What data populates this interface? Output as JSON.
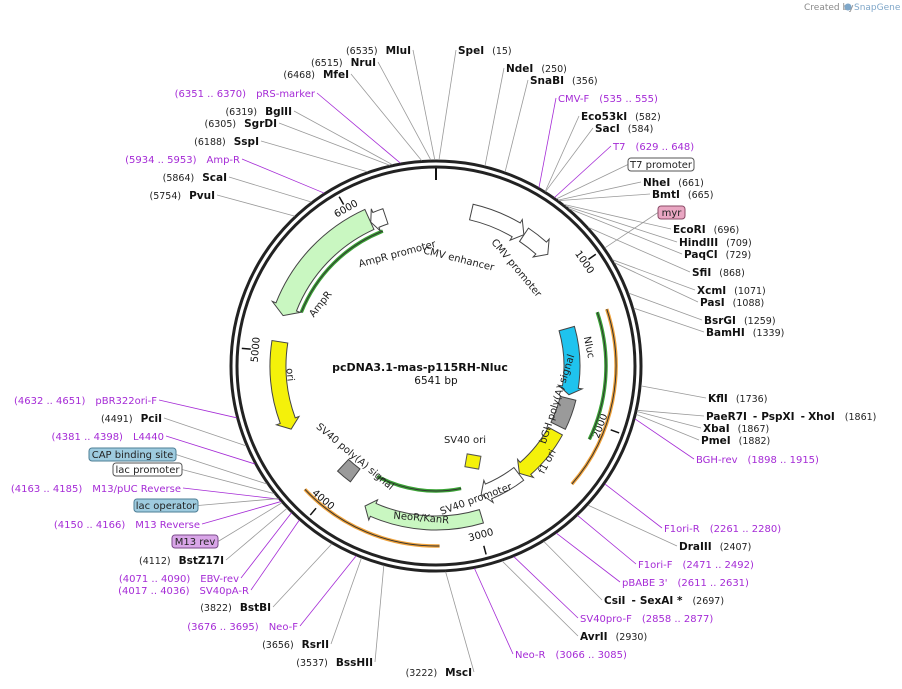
{
  "credit": {
    "created_by": "Created by",
    "brand": "SnapGene"
  },
  "plasmid": {
    "name": "pcDNA3.1-mas-p115RH-Nluc",
    "length_label": "6541 bp",
    "length": 6541
  },
  "ticks": [
    {
      "pos": 1000,
      "label": "1000"
    },
    {
      "pos": 2000,
      "label": "2000"
    },
    {
      "pos": 3000,
      "label": "3000"
    },
    {
      "pos": 4000,
      "label": "4000"
    },
    {
      "pos": 5000,
      "label": "5000"
    },
    {
      "pos": 6000,
      "label": "6000"
    }
  ],
  "features": [
    {
      "id": "cmv-enhancer",
      "label": "CMV enhancer",
      "start": 235,
      "end": 614,
      "dir": 1,
      "color": "#ffffff",
      "ring": 0
    },
    {
      "id": "cmv-promoter",
      "label": "CMV promoter",
      "start": 615,
      "end": 818,
      "dir": 1,
      "color": "#ffffff",
      "ring": 0
    },
    {
      "id": "nluc",
      "label": "Nluc",
      "start": 1345,
      "end": 1857,
      "dir": 1,
      "color": "#1fc3ee",
      "ring": 0
    },
    {
      "id": "bgh",
      "label": "bGH poly(A) signal",
      "start": 1885,
      "end": 2109,
      "dir": 0,
      "color": "#9a9a9a",
      "ring": 0
    },
    {
      "id": "f1ori",
      "label": "f1 ori",
      "start": 2155,
      "end": 2583,
      "dir": 1,
      "color": "#f4f10a",
      "ring": 0
    },
    {
      "id": "sv40prom",
      "label": "SV40 promoter",
      "start": 2589,
      "end": 2918,
      "dir": 1,
      "color": "#ffffff",
      "ring": 0
    },
    {
      "id": "neor",
      "label": "NeoR/KanR",
      "start": 2965,
      "end": 3759,
      "dir": 1,
      "color": "#c9f7c1",
      "ring": 0
    },
    {
      "id": "sv40pa",
      "label": "SV40 poly(A) signal",
      "start": 3933,
      "end": 4054,
      "dir": 0,
      "color": "#9a9a9a",
      "ring": 0
    },
    {
      "id": "ori",
      "label": "ori",
      "start": 4478,
      "end": 5066,
      "dir": -1,
      "color": "#f4f10a",
      "ring": 0
    },
    {
      "id": "ampr",
      "label": "AmpR",
      "start": 5237,
      "end": 6097,
      "dir": -1,
      "color": "#c9f7c1",
      "ring": 0
    },
    {
      "id": "ampr-prom",
      "label": "AmpR promoter",
      "start": 6098,
      "end": 6202,
      "dir": -1,
      "color": "#ffffff",
      "ring": 0
    }
  ],
  "inner_labels": [
    {
      "ref": "cmv-enhancer",
      "text": "CMV enhancer"
    },
    {
      "ref": "cmv-promoter",
      "text": "CMV promoter"
    },
    {
      "ref": "nluc",
      "text": "Nluc"
    },
    {
      "ref": "bgh",
      "text": "bGH poly(A) signal"
    },
    {
      "ref": "f1ori",
      "text": "f1 ori"
    },
    {
      "ref": "sv40prom",
      "text": "SV40 promoter"
    },
    {
      "ref": "neor",
      "text": "NeoR/KanR"
    },
    {
      "ref": "sv40pa",
      "text": "SV40 poly(A) signal"
    },
    {
      "ref": "ori",
      "text": "ori"
    },
    {
      "ref": "ampr",
      "text": "AmpR"
    },
    {
      "ref": "ampr-prom",
      "text": "AmpR promoter"
    },
    {
      "ref": "sv40ori",
      "text": "SV40 ori"
    }
  ],
  "orf_arcs": [
    {
      "start": 4120,
      "end": 3250,
      "color": "#f0a23a"
    },
    {
      "start": 1300,
      "end": 2380,
      "color": "#f0a23a"
    },
    {
      "start": 1300,
      "end": 2100,
      "color": "#3aa335"
    },
    {
      "start": 3060,
      "end": 3780,
      "color": "#3aa335"
    },
    {
      "start": 5300,
      "end": 6150,
      "color": "#3aa335"
    }
  ],
  "enzymes_right": [
    {
      "name": "SpeI",
      "pos": "(15)",
      "site": 15
    },
    {
      "name": "NdeI",
      "pos": "(250)",
      "site": 250
    },
    {
      "name": "SnaBI",
      "pos": "(356)",
      "site": 356
    },
    {
      "name": "Eco53kI",
      "pos": "(582)",
      "site": 582
    },
    {
      "name": "SacI",
      "pos": "(584)",
      "site": 584
    },
    {
      "name": "NheI",
      "pos": "(661)",
      "site": 661
    },
    {
      "name": "BmtI",
      "pos": "(665)",
      "site": 665
    },
    {
      "name": "EcoRI",
      "pos": "(696)",
      "site": 696
    },
    {
      "name": "HindIII",
      "pos": "(709)",
      "site": 709
    },
    {
      "name": "PaqCI",
      "pos": "(729)",
      "site": 729
    },
    {
      "name": "SfiI",
      "pos": "(868)",
      "site": 868
    },
    {
      "name": "XcmI",
      "pos": "(1071)",
      "site": 1071
    },
    {
      "name": "PasI",
      "pos": "(1088)",
      "site": 1088
    },
    {
      "name": "BsrGI",
      "pos": "(1259)",
      "site": 1259
    },
    {
      "name": "BamHI",
      "pos": "(1339)",
      "site": 1339
    },
    {
      "name": "KflI",
      "pos": "(1736)",
      "site": 1736
    },
    {
      "name": "XbaI",
      "pos": "(1867)",
      "site": 1867
    },
    {
      "name": "PmeI",
      "pos": "(1882)",
      "site": 1882
    },
    {
      "name": "DraIII",
      "pos": "(2407)",
      "site": 2407
    },
    {
      "name": "AvrII",
      "pos": "(2930)",
      "site": 2930
    }
  ],
  "enzymes_left": [
    {
      "name": "MluI",
      "pos": "(6535)",
      "site": 6535
    },
    {
      "name": "NruI",
      "pos": "(6515)",
      "site": 6515
    },
    {
      "name": "MfeI",
      "pos": "(6468)",
      "site": 6468
    },
    {
      "name": "BglII",
      "pos": "(6319)",
      "site": 6319
    },
    {
      "name": "SgrDI",
      "pos": "(6305)",
      "site": 6305
    },
    {
      "name": "SspI",
      "pos": "(6188)",
      "site": 6188
    },
    {
      "name": "ScaI",
      "pos": "(5864)",
      "site": 5864
    },
    {
      "name": "PvuI",
      "pos": "(5754)",
      "site": 5754
    },
    {
      "name": "PciI",
      "pos": "(4491)",
      "site": 4491
    },
    {
      "name": "BstZ17I",
      "pos": "(4112)",
      "site": 4112
    },
    {
      "name": "BstBI",
      "pos": "(3822)",
      "site": 3822
    },
    {
      "name": "RsrII",
      "pos": "(3656)",
      "site": 3656
    },
    {
      "name": "BssHII",
      "pos": "(3537)",
      "site": 3537
    },
    {
      "name": "MscI",
      "pos": "(3222)",
      "site": 3222
    }
  ],
  "multi_enzymes": [
    {
      "names": [
        "PaeR7I",
        "PspXI",
        "XhoI"
      ],
      "pos": "(1861)",
      "site": 1861
    },
    {
      "names": [
        "CsiI",
        "SexAI *"
      ],
      "pos": "(2697)",
      "site": 2697
    }
  ],
  "primers_right": [
    {
      "name": "CMV-F",
      "range": "(535 .. 555)",
      "site": 545
    },
    {
      "name": "T7",
      "range": "(629 .. 648)",
      "site": 638
    },
    {
      "name": "BGH-rev",
      "range": "(1898 .. 1915)",
      "site": 1906
    },
    {
      "name": "F1ori-R",
      "range": "(2261 .. 2280)",
      "site": 2270
    },
    {
      "name": "F1ori-F",
      "range": "(2471 .. 2492)",
      "site": 2481
    },
    {
      "name": "pBABE 3'",
      "range": "(2611 .. 2631)",
      "site": 2621
    },
    {
      "name": "SV40pro-F",
      "range": "(2858 .. 2877)",
      "site": 2867
    },
    {
      "name": "Neo-R",
      "range": "(3066 .. 3085)",
      "site": 3075
    }
  ],
  "primers_left": [
    {
      "name": "pRS-marker",
      "range": "(6351 .. 6370)",
      "site": 6360
    },
    {
      "name": "Amp-R",
      "range": "(5934 .. 5953)",
      "site": 5943
    },
    {
      "name": "pBR322ori-F",
      "range": "(4632 .. 4651)",
      "site": 4641
    },
    {
      "name": "L4440",
      "range": "(4381 .. 4398)",
      "site": 4390
    },
    {
      "name": "M13/pUC Reverse",
      "range": "(4163 .. 4185)",
      "site": 4174
    },
    {
      "name": "M13 Reverse",
      "range": "(4150 .. 4166)",
      "site": 4158
    },
    {
      "name": "EBV-rev",
      "range": "(4071 .. 4090)",
      "site": 4080
    },
    {
      "name": "SV40pA-R",
      "range": "(4017 .. 4036)",
      "site": 4026
    },
    {
      "name": "Neo-F",
      "range": "(3676 .. 3695)",
      "site": 3685
    }
  ],
  "boxed_labels": [
    {
      "text": "T7 promoter",
      "fill": "#ffffff",
      "stroke": "#555555",
      "site": 650
    },
    {
      "text": "myr",
      "fill": "#e9a6c2",
      "stroke": "#8a4a66",
      "site": 1000
    },
    {
      "text": "CAP binding site",
      "fill": "#9ecbdf",
      "stroke": "#4e7f96",
      "site": 4270
    },
    {
      "text": "lac promoter",
      "fill": "#ffffff",
      "stroke": "#555555",
      "site": 4210
    },
    {
      "text": "lac operator",
      "fill": "#9ecbdf",
      "stroke": "#4e7f96",
      "site": 4178
    },
    {
      "text": "M13 rev",
      "fill": "#d9a6e8",
      "stroke": "#7a4a8a",
      "site": 4150
    }
  ]
}
